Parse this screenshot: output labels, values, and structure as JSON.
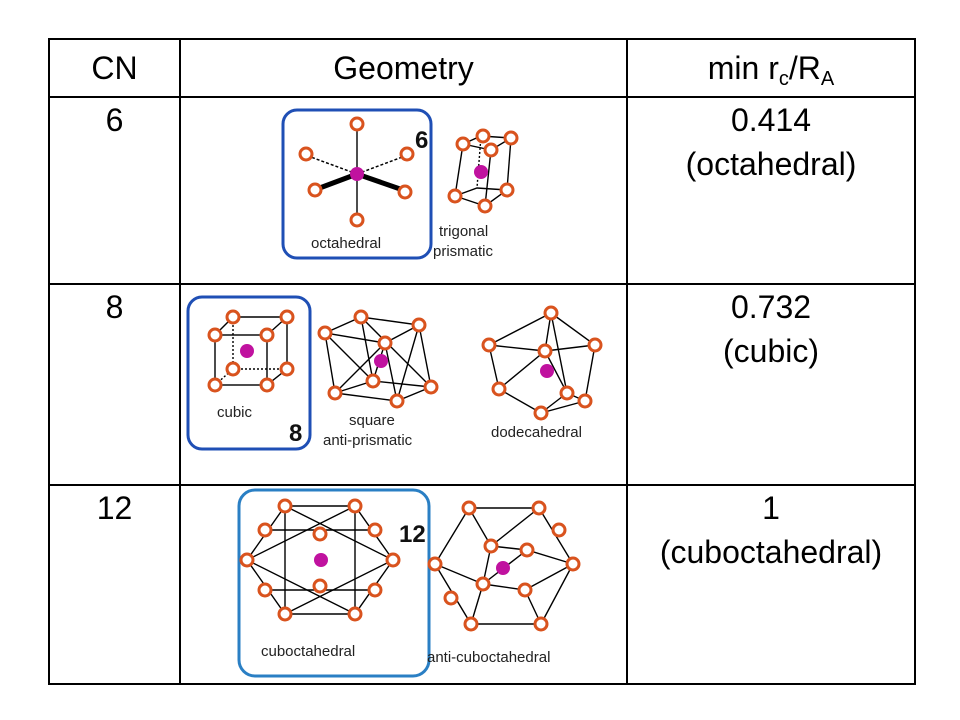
{
  "headers": {
    "cn": "CN",
    "geometry": "Geometry",
    "ratio_prefix": "min r",
    "ratio_sub1": "c",
    "ratio_mid": "/R",
    "ratio_sub2": "A"
  },
  "rows": [
    {
      "cn": "6",
      "value": "0.414",
      "note": "(octahedral)",
      "figures": {
        "label_a": "octahedral",
        "label_b1": "trigonal",
        "label_b2": "prismatic",
        "number": "6"
      }
    },
    {
      "cn": "8",
      "value": "0.732",
      "note": "(cubic)",
      "figures": {
        "label_a": "cubic",
        "label_b1": "square",
        "label_b2": "anti-prismatic",
        "label_c": "dodecahedral",
        "number": "8"
      }
    },
    {
      "cn": "12",
      "value": "1",
      "note": "(cuboctahedral)",
      "figures": {
        "label_a": "cuboctahedral",
        "label_b": "anti-cuboctahedral",
        "number": "12"
      }
    }
  ],
  "colors": {
    "atom_outline": "#d9531e",
    "center_atom": "#c0129f",
    "highlight_box": "#1f4fb5"
  }
}
